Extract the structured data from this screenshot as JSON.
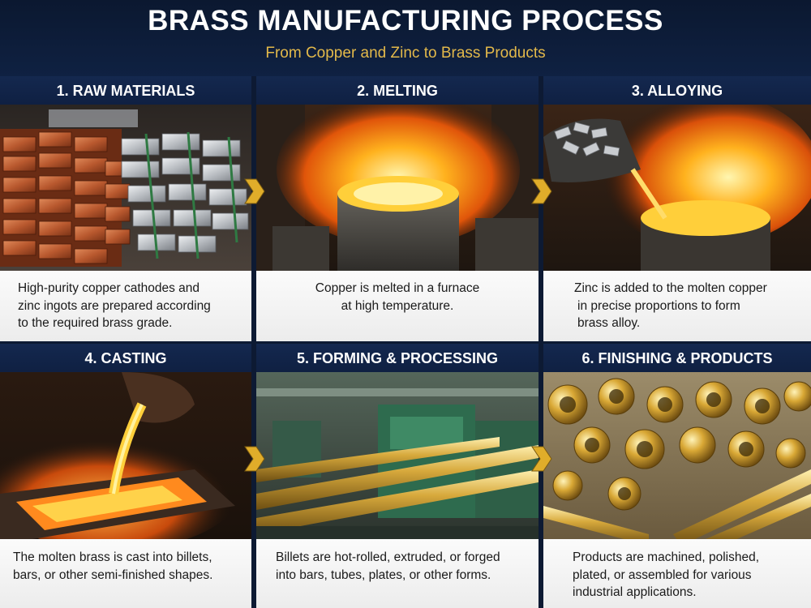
{
  "header": {
    "title": "BRASS MANUFACTURING PROCESS",
    "subtitle": "From Copper and Zinc to Brass Products"
  },
  "steps": [
    {
      "title": "1. RAW MATERIALS",
      "lines": [
        "High-purity copper cathodes and",
        "zinc ingots are prepared according",
        "to the required brass grade."
      ],
      "image": "copper-and-zinc-ingots-photo"
    },
    {
      "title": "2. MELTING",
      "lines": [
        "Copper is melted in a furnace",
        "at high temperature."
      ],
      "image": "furnace-melting-photo"
    },
    {
      "title": "3. ALLOYING",
      "lines": [
        "Zinc is added to the molten copper",
        "in precise proportions to form",
        "brass alloy."
      ],
      "image": "zinc-pouring-photo"
    },
    {
      "title": "4. CASTING",
      "lines": [
        "The molten brass is cast into billets,",
        "bars, or other semi-finished shapes."
      ],
      "image": "casting-pour-photo"
    },
    {
      "title": "5. FORMING & PROCESSING",
      "lines": [
        "Billets are hot-rolled, extruded, or forged",
        "into bars, tubes, plates, or other forms."
      ],
      "image": "rolling-mill-photo"
    },
    {
      "title": "6. FINISHING & PRODUCTS",
      "lines": [
        "Products are machined, polished,",
        "plated, or assembled for various",
        "industrial applications."
      ],
      "image": "brass-fittings-photo"
    }
  ],
  "colors": {
    "navy": "#0f2042",
    "gold": "#e3b94a",
    "arrow": "#e0ad2a"
  }
}
